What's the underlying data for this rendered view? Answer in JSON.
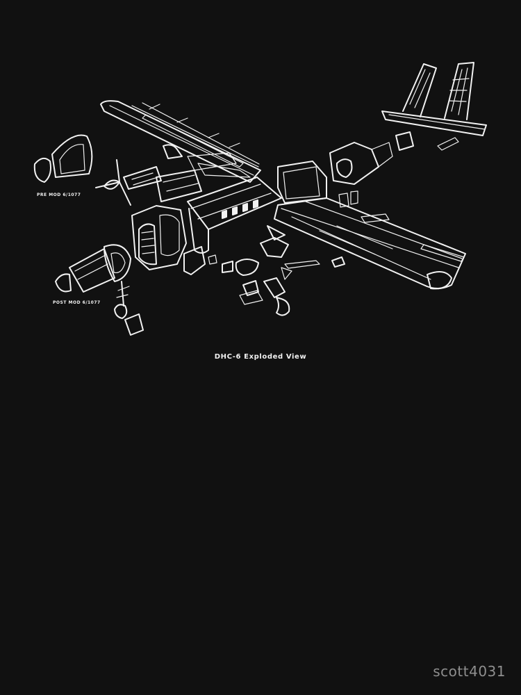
{
  "illustration": {
    "caption": "DHC-6 Exploded View",
    "label_pre_mod": "PRE MOD 6/1077",
    "label_post_mod": "POST MOD 6/1077"
  },
  "signature": "scott4031",
  "colors": {
    "background": "#111111",
    "linework": "#f2f2f2",
    "signature": "#8f8f8f"
  }
}
